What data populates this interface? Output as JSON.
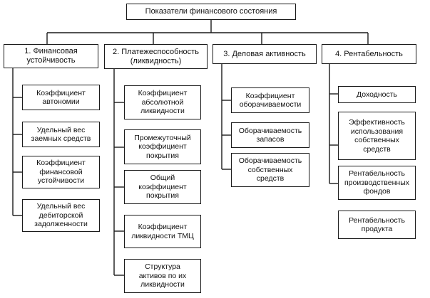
{
  "root": "Показатели финансового состояния",
  "groups": [
    {
      "title": "1. Финансовая\nустойчивость",
      "items": [
        "Коэффициент\nавтономии",
        "Удельный вес\nзаемных средств",
        "Коэффициент\nфинансовой\nустойчивости",
        "Удельный вес\nдебиторской\nзадолженности"
      ]
    },
    {
      "title": "2. Платежеспособность\n(ликвидность)",
      "items": [
        "Коэффициент\nабсолютной\nликвидности",
        "Промежуточный\nкоэффициент\nпокрытия",
        "Общий\nкоэффициент\nпокрытия",
        "Коэффициент\nликвидности ТМЦ",
        "Структура\nактивов по их\nликвидности"
      ]
    },
    {
      "title": "3. Деловая активность",
      "items": [
        "Коэффициент\nоборачиваемости",
        "Оборачиваемость\nзапасов",
        "Оборачиваемость\nсобственных\nсредств"
      ]
    },
    {
      "title": "4. Рентабельность",
      "items": [
        "Доходность",
        "Эффективность\nиспользования\nсобственных\nсредств",
        "Рентабельность\nпроизводственных\nфондов",
        "Рентабельность\nпродукта"
      ]
    }
  ]
}
